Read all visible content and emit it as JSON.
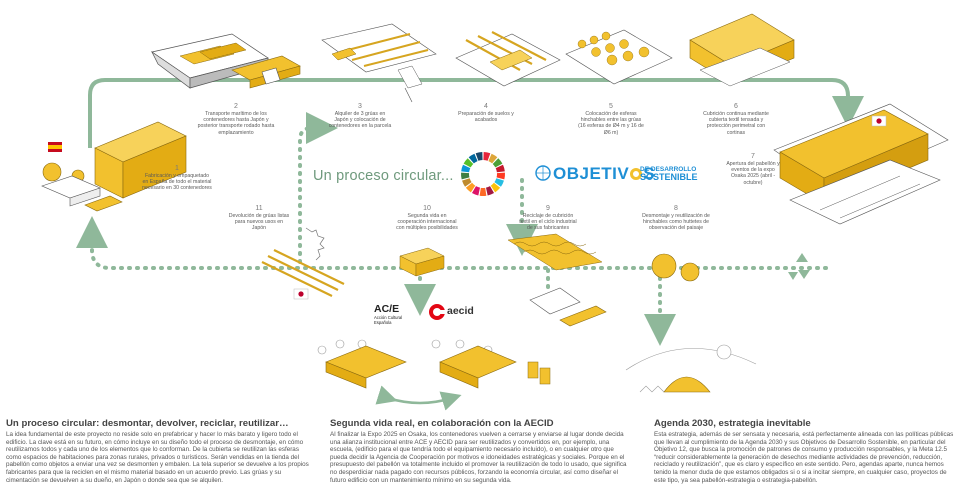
{
  "steps": [
    {
      "num": "1",
      "text": "Fabricación y empaquetado en España de todo el material necesario en 30 contenedores"
    },
    {
      "num": "2",
      "text": "Transporte marítimo de los contenedores hasta Japón y posterior transporte rodado hasta emplazamiento"
    },
    {
      "num": "3",
      "text": "Alquiler de 3 grúas en Japón y colocación de contenedores en la parcela"
    },
    {
      "num": "4",
      "text": "Preparación de suelos y acabados"
    },
    {
      "num": "5",
      "text": "Colocación de esferas hinchables entre las grúas (16 esferas de Ø4 m y 16 de Ø6 m)"
    },
    {
      "num": "6",
      "text": "Cubrición continua mediante cubierta textil tensada y protección perimetral con cortinas"
    },
    {
      "num": "7",
      "text": "Apertura del pabellón y eventos de la expo Osaka 2025 (abril - octubre)"
    },
    {
      "num": "8",
      "text": "Desmontaje y reutilización de hinchables como huttetes de observación del paisaje"
    },
    {
      "num": "9",
      "text": "Reciclaje de cubrición textil en el ciclo industrial de sus fabricantes"
    },
    {
      "num": "10",
      "text": "Segunda vida en cooperación internacional con múltiples posibilidades"
    },
    {
      "num": "11",
      "text": "Devolución de grúas listas para nuevos usos en Japón"
    }
  ],
  "center_title": "Un proceso circular...",
  "sdg": {
    "brand_main": "OBJETIV",
    "brand_tail": "S",
    "brand_line1": "DE DESARROLLO",
    "brand_line2": "SOSTENIBLE"
  },
  "logos": {
    "ace_title": "AC/E",
    "ace_sub1": "Acción Cultural",
    "ace_sub2": "Española",
    "aecid": "aecid"
  },
  "columns": [
    {
      "title": "Un proceso circular: desmontar, devolver, reciclar, reutilizar…",
      "body": "La idea fundamental de este proyecto no reside solo en prefabricar y hacer lo más barato y ligero todo el edificio. La clave está en su futuro, en cómo incluye en su diseño todo el proceso de desmontaje, en cómo reutilizamos todos y cada uno de los elementos que lo conforman. De la cubierta se reutilizan las esferas como espacios de habitaciones para zonas rurales, privados o turísticos. Serán vendidas en la tienda del pabellón como objetos a enviar una vez se desmonten y embalen. La tela superior se devuelve a los propios fabricantes para que la reciclen en el mismo material basado en un acuerdo previo. Las grúas y su cimentación se devuelven a su dueño, en Japón o donde sea que se alquilen."
    },
    {
      "title": "Segunda vida real, en colaboración con la AECID",
      "body": "Al finalizar la Expo 2025 en Osaka, los contenedores vuelven a cerrarse y enviarse al lugar donde decida una alianza institucional entre ACE y AECID para ser reutilizados y convertidos en, por ejemplo, una escuela, (edificio para el que tendría todo el equipamiento necesario incluido), o en cualquier otro que pueda decidir la Agencia de Cooperación por motivos e idoneidades estratégicas y sociales. Porque en el presupuesto del pabellón va totalmente incluido el promover la reutilización de todo lo usado, que significa no desperdiciar nada pagado con recursos públicos, forzando la economía circular, así como diseñar el futuro edificio con un mantenimiento mínimo en su segunda vida."
    },
    {
      "title": "Agenda 2030, estrategia inevitable",
      "body": "Esta estrategia, además de ser sensata y necesaria, está perfectamente alineada con las políticas públicas que llevan al cumplimiento de la Agenda 2030 y sus Objetivos de Desarrollo Sostenible, en particular del Objetivo 12, que busca la promoción de patrones de consumo y producción responsables, y la Meta 12.5 “reducir considerablemente la generación de desechos mediante actividades de prevención, reducción, reciclado y reutilización”, que es claro y específico en este sentido. Pero, agendas aparte, nunca hemos tenido la menor duda de que estamos obligados si o si a incitar siempre, en cualquier caso, proyectos de este tipo, ya sea pabellón-estrategia o estrategia-pabellón."
    }
  ],
  "colors": {
    "arrow": "#8fb89a",
    "yellow": "#f2c12e",
    "yellow_dark": "#c9960f",
    "line": "#555555"
  },
  "sdg_wheel_colors": [
    "#e5243b",
    "#dda63a",
    "#4c9f38",
    "#c5192d",
    "#ff3a21",
    "#26bde2",
    "#fcc30b",
    "#a21942",
    "#fd6925",
    "#dd1367",
    "#fd9d24",
    "#bf8b2e",
    "#3f7e44",
    "#0a97d9",
    "#56c02b",
    "#00689d",
    "#19486a"
  ],
  "icons": [
    "spain-flag-icon",
    "japan-flag-icon",
    "recycle-icon",
    "un-emblem-icon",
    "aecid-icon"
  ]
}
